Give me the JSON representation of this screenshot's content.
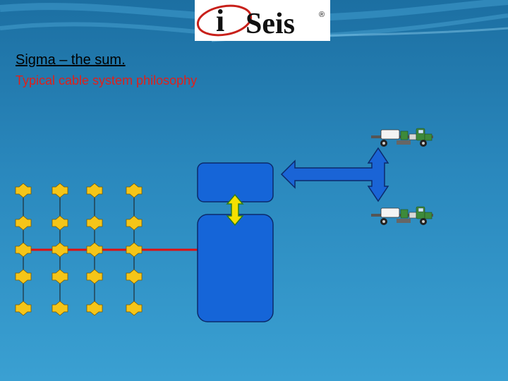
{
  "header": {
    "logo_text_i": "i",
    "logo_text_seis": "Seis",
    "logo_mark": "®"
  },
  "slide": {
    "title": "Sigma – the sum.",
    "subtitle": "Typical cable system philosophy"
  },
  "colors": {
    "background_top": "#1c6fa2",
    "background_bottom": "#3aa0d2",
    "node_fill": "#f5c518",
    "node_stroke": "#7a5a00",
    "cable_line": "#e01010",
    "box_fill": "#1565d8",
    "box_stroke": "#0c2a6a",
    "arrow_fill": "#1a64d6",
    "connector_fill": "#f5e000",
    "title_color": "#000000",
    "subtitle_color": "#e0201a",
    "logo_red": "#c8201a"
  },
  "diagram": {
    "node_grid": {
      "columns": 4,
      "rows": 5,
      "cable_row": 3
    },
    "boxes": [
      "recording-unit",
      "central-unit"
    ],
    "vehicles": [
      "vibrator-truck",
      "vibrator-truck"
    ],
    "icons": [
      "node-diamond-icon",
      "truck-icon",
      "double-arrow-icon"
    ]
  }
}
